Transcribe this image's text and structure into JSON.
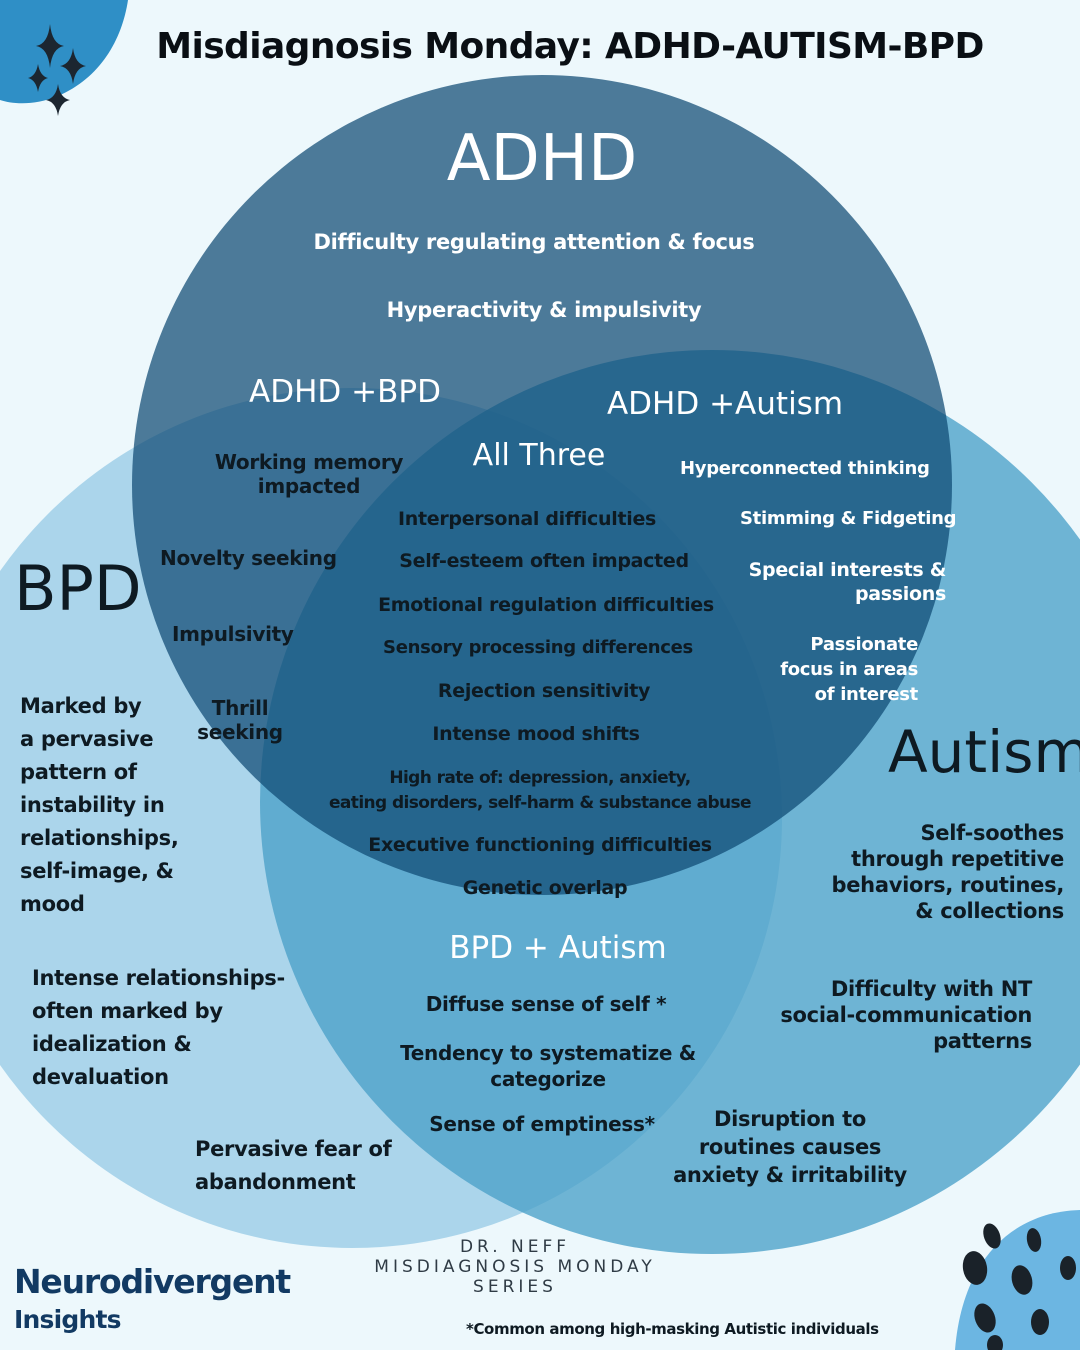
{
  "title": "Misdiagnosis Monday: ADHD-AUTISM-BPD",
  "colors": {
    "background": "#edf8fc",
    "adhd_circle": "#0e4a73",
    "bpd_circle": "#9fcfe8",
    "autism_circle": "#4aa0c8",
    "corner_blob": "#2f8fc6"
  },
  "circles": {
    "adhd": {
      "label": "ADHD",
      "traits": [
        "Difficulty regulating attention & focus",
        "Hyperactivity & impulsivity"
      ]
    },
    "bpd": {
      "label": "BPD",
      "description": [
        "Marked by",
        "a pervasive",
        "pattern of",
        "instability in",
        "relationships,",
        "self-image, &",
        "mood"
      ],
      "traits": [
        [
          "Intense relationships-",
          "often marked by",
          "idealization &",
          "devaluation"
        ],
        [
          "Pervasive fear of",
          "abandonment"
        ]
      ]
    },
    "autism": {
      "label": "Autism",
      "traits": [
        [
          "Self-soothes",
          "through repetitive",
          "behaviors, routines,",
          "& collections"
        ],
        [
          "Difficulty with NT",
          "social-communication",
          "patterns"
        ],
        [
          "Disruption to",
          "routines causes",
          "anxiety & irritability"
        ]
      ]
    }
  },
  "overlaps": {
    "adhd_bpd": {
      "label": "ADHD +BPD",
      "traits": [
        [
          "Working memory",
          "impacted"
        ],
        [
          "Novelty seeking"
        ],
        [
          "Impulsivity"
        ],
        [
          "Thrill",
          "seeking"
        ]
      ]
    },
    "adhd_autism": {
      "label": "ADHD +Autism",
      "traits": [
        [
          "Hyperconnected thinking"
        ],
        [
          "Stimming & Fidgeting"
        ],
        [
          "Special interests &",
          "passions"
        ],
        [
          "Passionate",
          "focus in areas",
          "of interest"
        ]
      ]
    },
    "all_three": {
      "label": "All Three",
      "traits": [
        [
          "Interpersonal difficulties"
        ],
        [
          "Self-esteem often impacted"
        ],
        [
          "Emotional regulation difficulties"
        ],
        [
          "Sensory processing differences"
        ],
        [
          "Rejection sensitivity"
        ],
        [
          "Intense mood shifts"
        ],
        [
          "High rate of: depression, anxiety,",
          "eating disorders, self-harm & substance abuse"
        ],
        [
          "Executive functioning difficulties"
        ],
        [
          "Genetic overlap"
        ]
      ]
    },
    "bpd_autism": {
      "label": "BPD + Autism",
      "traits": [
        [
          "Diffuse sense of self *"
        ],
        [
          "Tendency to systematize &",
          "categorize"
        ],
        [
          "Sense of emptiness*"
        ]
      ]
    }
  },
  "footer": {
    "series": [
      "DR. NEFF",
      "MISDIAGNOSIS MONDAY",
      "SERIES"
    ],
    "brand": [
      "Neurodivergent",
      "Insights"
    ],
    "note": "*Common among high-masking Autistic individuals"
  }
}
